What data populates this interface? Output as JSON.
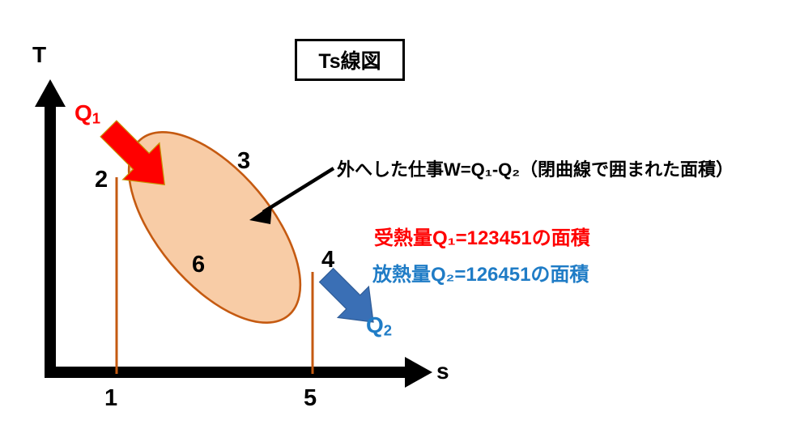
{
  "figure": {
    "title": "Ts線図",
    "axes": {
      "y_label": "T",
      "x_label": "s"
    },
    "state_points": [
      {
        "name": "point-1",
        "label": "1"
      },
      {
        "name": "point-2",
        "label": "2"
      },
      {
        "name": "point-3",
        "label": "3"
      },
      {
        "name": "point-4",
        "label": "4"
      },
      {
        "name": "point-5",
        "label": "5"
      },
      {
        "name": "point-6",
        "label": "6"
      }
    ],
    "heat_in": {
      "label_main": "Q",
      "label_sub": "1"
    },
    "heat_out": {
      "label_main": "Q",
      "label_sub": "2"
    },
    "work_note": "外へした仕事W=Q₁-Q₂（閉曲線で囲まれた面積）",
    "heat_in_note": "受熱量Q₁=123451の面積",
    "heat_out_note": "放熱量Q₂=126451の面積"
  },
  "colors": {
    "axis": "#000000",
    "cycle_fill": "#F8CCA6",
    "cycle_stroke": "#C55A11",
    "heat_in": "#FF0000",
    "heat_out_text": "#1F7CC6",
    "heat_out_arrow": "#3A6FB5",
    "background": "#FFFFFF"
  }
}
